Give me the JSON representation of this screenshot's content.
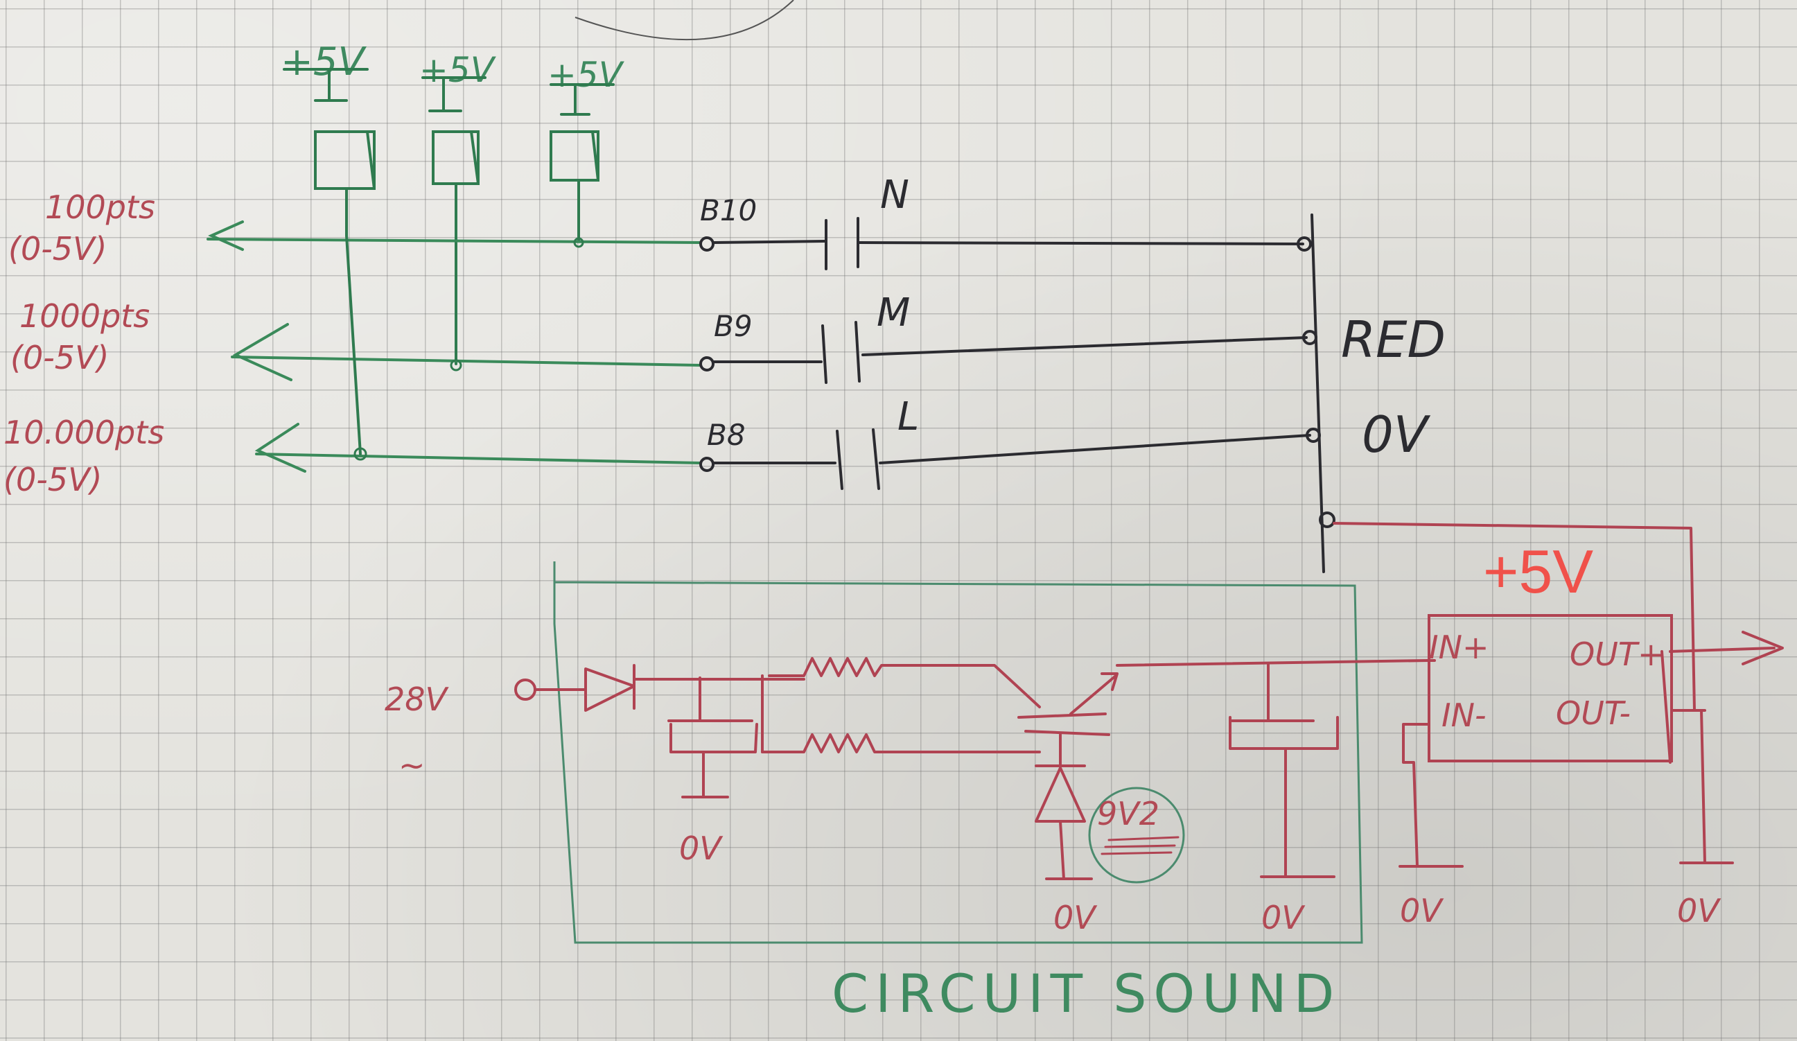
{
  "supplies": [
    "+5V",
    "+5V",
    "+5V"
  ],
  "outputs": [
    {
      "range": "100pts",
      "volts": "(0-5V)"
    },
    {
      "range": "1000pts",
      "volts": "(0-5V)"
    },
    {
      "range": "10.000pts",
      "volts": "(0-5V)"
    }
  ],
  "pins": [
    "B10",
    "B9",
    "B8"
  ],
  "channels": [
    "N",
    "M",
    "L"
  ],
  "connector": {
    "signal": "RED",
    "ground": "0V"
  },
  "input": {
    "voltage": "28V",
    "ac_symbol": "~"
  },
  "zener": "9V2",
  "regulator": {
    "supply_label": "+5V",
    "in_plus": "IN+",
    "in_minus": "IN-",
    "out_plus": "OUT+",
    "out_minus": "OUT-"
  },
  "ground_label": "0V",
  "title": "CIRCUIT SOUND",
  "colors": {
    "supply_label": "#f0514a",
    "power_side": "#b04352",
    "signal_side": "#3a8a5a",
    "connector": "#2b2b30"
  }
}
